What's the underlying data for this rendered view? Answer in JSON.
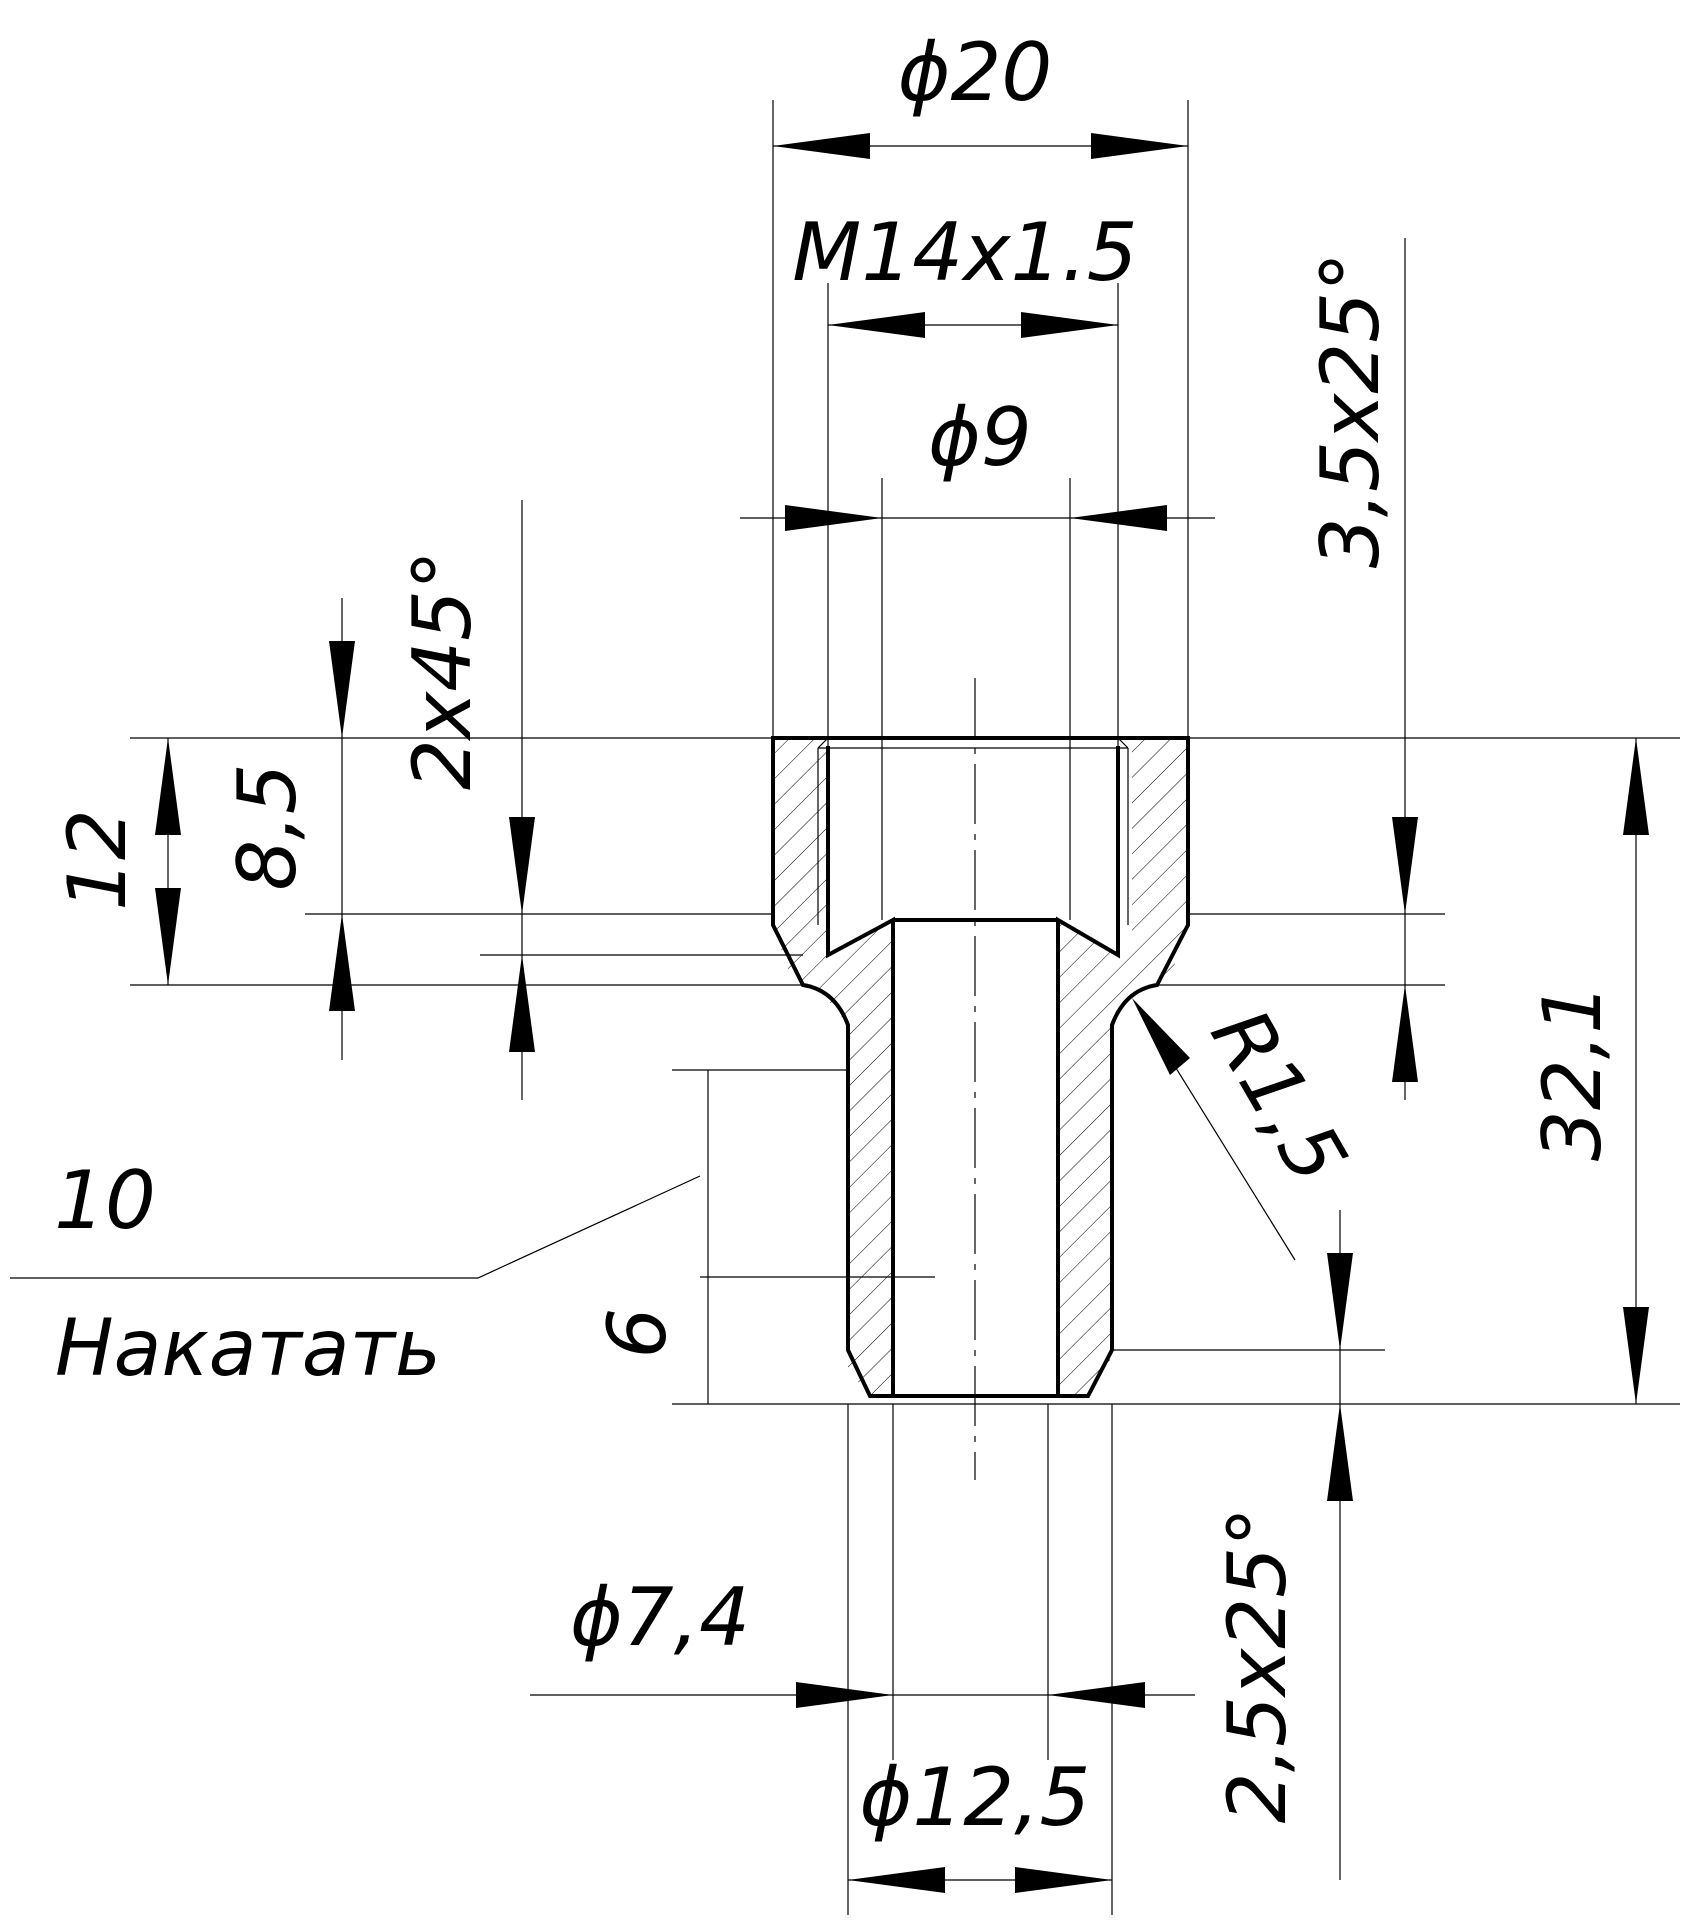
{
  "dimensions": {
    "dia_20": "ϕ20",
    "thread": "M14x1.5",
    "dia_9": "ϕ9",
    "chamfer_top": "3,5x25°",
    "chamfer_left": "2x45°",
    "h_12": "12",
    "h_8_5": "8,5",
    "h_32_1": "32,1",
    "radius": "R1,5",
    "knurl_len": "6",
    "knurl_num": "10",
    "knurl_note": "Накатать",
    "dia_7_4": "ϕ7,4",
    "dia_12_5": "ϕ12,5",
    "chamfer_bottom": "2,5x25°"
  }
}
